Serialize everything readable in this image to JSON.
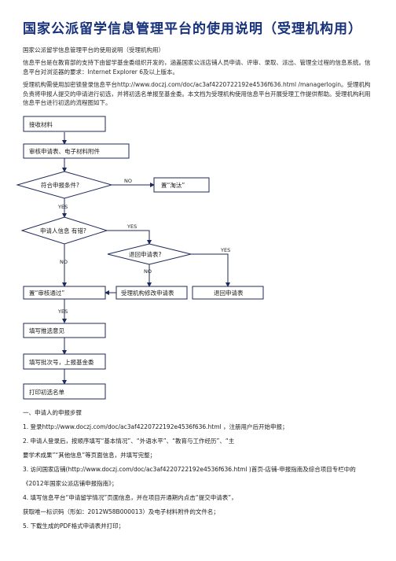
{
  "title": "国家公派留学信息管理平台的使用说明（受理机构用）",
  "subtitle": "国家公派留学信息管理平台的使用说明（受理机构用）",
  "intro": "信息平台是在教育部的支持下由留学基金委组织开发的，涵盖国家公派店铺人员申请、评审、录取、派出、管理全过程的信息系统。信息平台对浏览器的要求：Internet Explorer 6及以上版本。",
  "usage": "受理机构需使用加密锁登录信息平台http://www.doczj.com/doc/ac3af4220722192e4536f636.html /managerlogin。受理机构负责将申报人提交的申请进行初选，并将初选名单报至基金委。本文档为受理机构使用信息平台开展受理工作提供帮助。受理机构利用信息平台进行初选的流程图如下。",
  "flowchart": {
    "receive": "接收材料",
    "review": "审核申请表、电子材料附件",
    "meets": "符合申报条件?",
    "eliminated": "置“淘汰”",
    "info_error": "申请人信息 有错?",
    "return_form": "退回申请表?",
    "set_pass": "置“审核通过”",
    "modify": "受理机构修改申请表",
    "returned": "退回申请表",
    "fill_opinion": "填写推选意见",
    "fill_batch": "填写批次号，上报基金委",
    "print_list": "打印初选名单",
    "yes": "YES",
    "no": "NO"
  },
  "section": "一、申请人的申报步骤",
  "steps": [
    "1. 登录http://www.doczj.com/doc/ac3af4220722192e4536f636.html ，注册用户后开始申报；",
    "2. 申请人登录后，按顺序填写“基本情况”、“外语水平”、“教育与工作经历”、“主",
    "要学术成果”“其他信息”等页面信息，并填写完整；",
    "3. 访问国家店铺(http://www.doczj.com/doc/ac3af4220722192e4536f636.html )首页-店铺-申报指南及综合项目专栏中的",
    "《2012年国家公派店铺申报指南》；",
    "4. 填写信息平台“申请留学情况”页面信息，并在项目开通期内点击“提交申请表”，",
    "获取唯一标识码（形如：2012W58B000013）及电子材料附件的文件名；",
    "5. 下载生成的PDF格式申请表并打印；"
  ]
}
